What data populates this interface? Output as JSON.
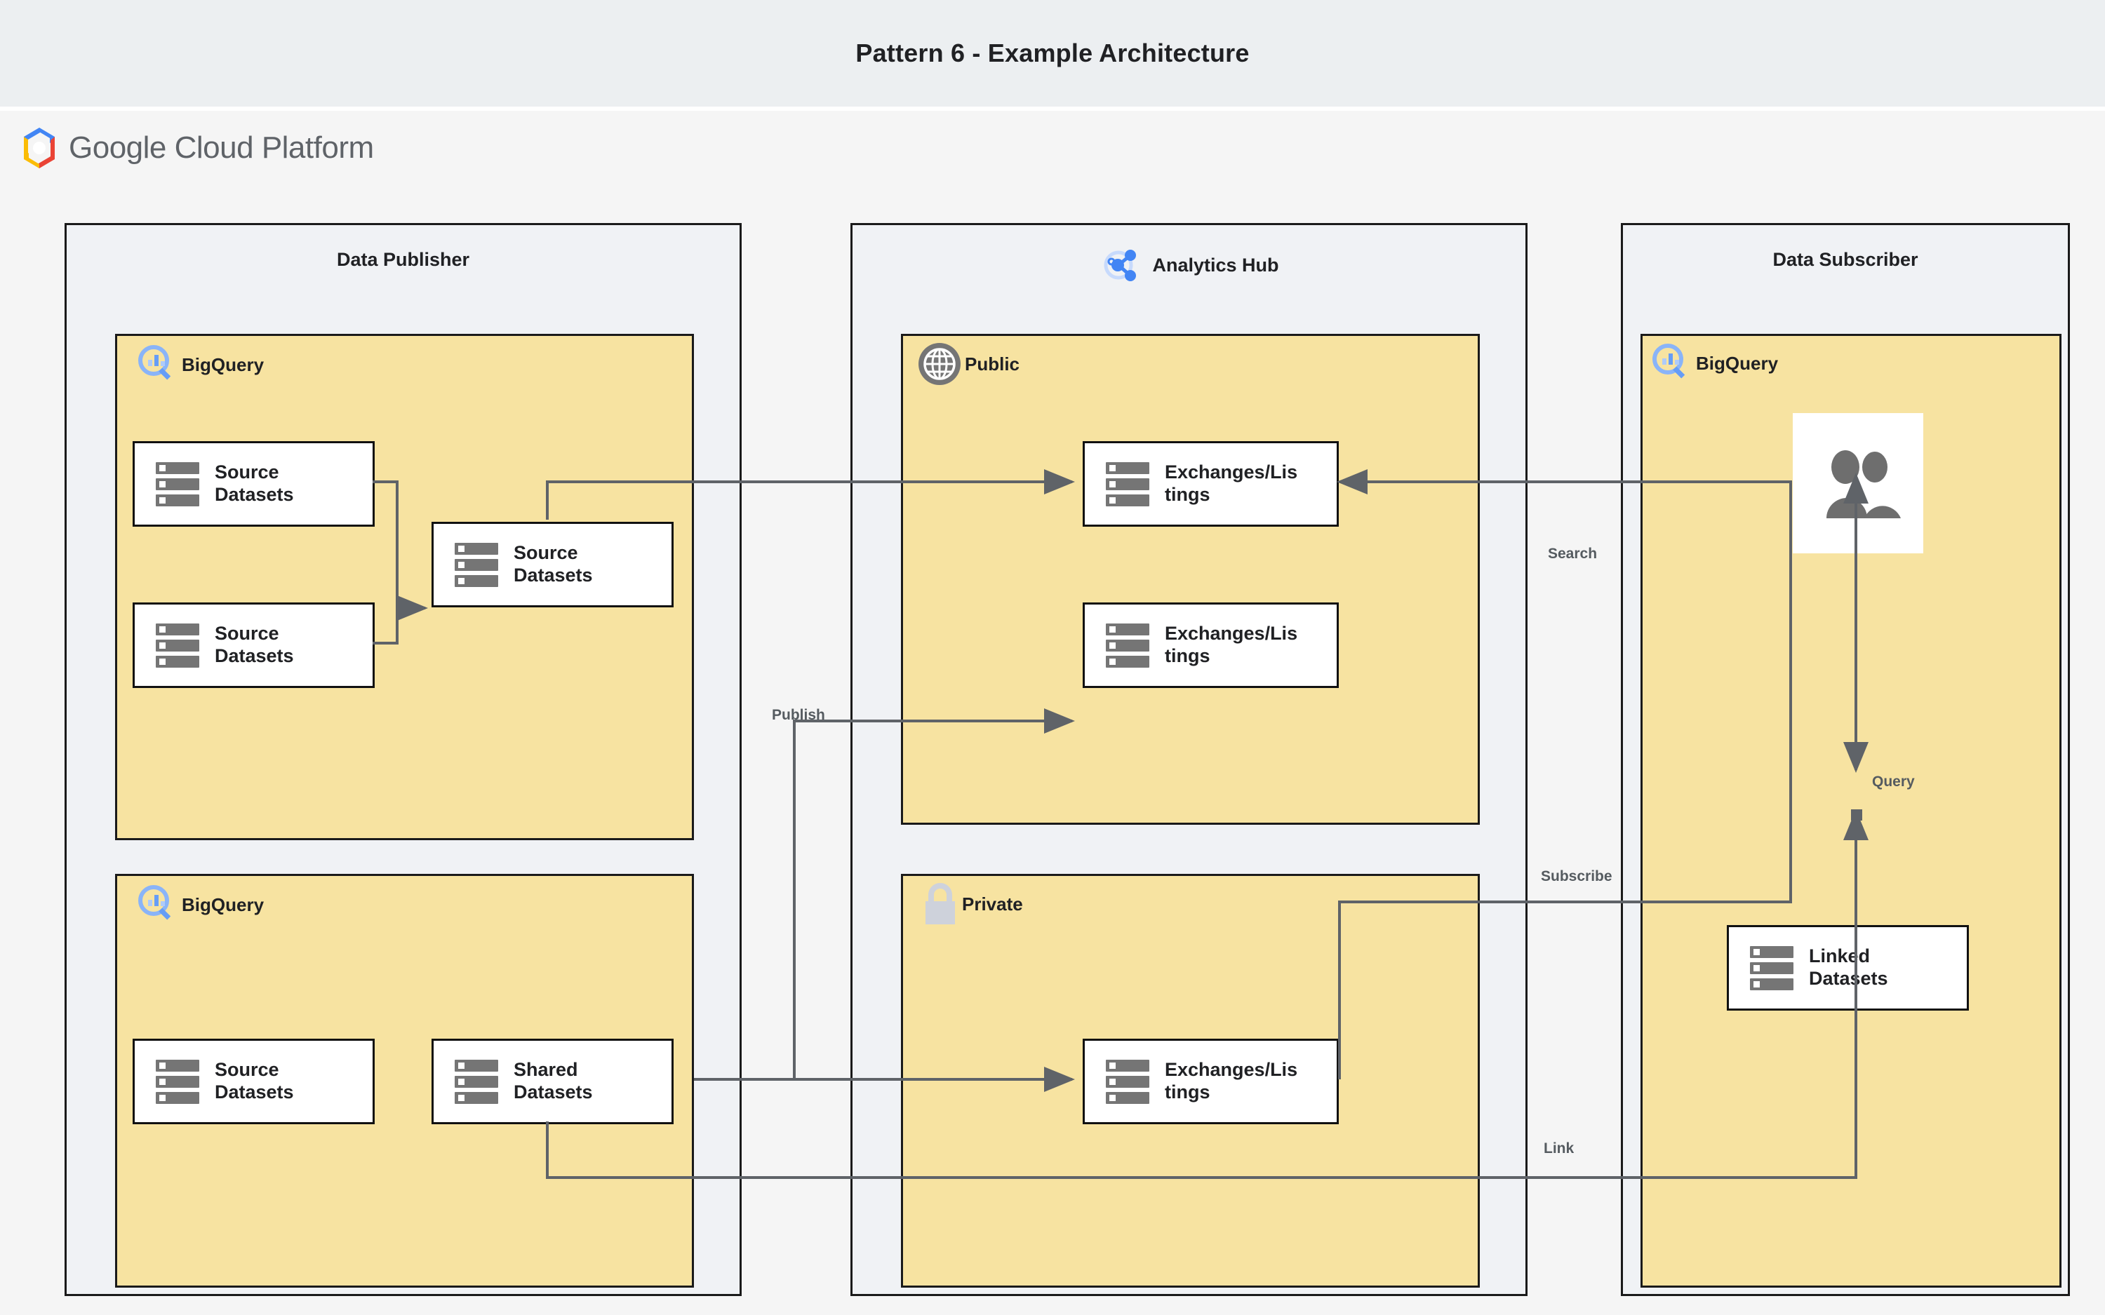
{
  "page": {
    "title": "Pattern 6 - Example Architecture",
    "platform_logo": "Google Cloud Platform",
    "logo_word_1": "Google",
    "logo_word_2": "Cloud Platform"
  },
  "colors": {
    "title_bar_bg": "#eceff1",
    "canvas_bg": "#f5f5f5",
    "zone_bg": "#f0f2f5",
    "panel_bg": "#f7e3a1",
    "node_bg": "#ffffff",
    "border": "#1a1a1a",
    "icon_gray": "#757575",
    "bigquery_blue": "#669df6",
    "hub_blue": "#4285f4",
    "lock_gray": "#ced2db",
    "edge_stroke": "#5f6368"
  },
  "zones": [
    {
      "id": "data-publisher",
      "title": "Data Publisher",
      "icon": null
    },
    {
      "id": "analytics-hub",
      "title": "Analytics Hub",
      "icon": "share-network-icon"
    },
    {
      "id": "data-subscriber",
      "title": "Data Subscriber",
      "icon": null
    }
  ],
  "panels": [
    {
      "id": "publisher-bigquery-top",
      "label": "BigQuery",
      "icon": "bigquery-icon"
    },
    {
      "id": "publisher-bigquery-bottom",
      "label": "BigQuery",
      "icon": "bigquery-icon"
    },
    {
      "id": "hub-public",
      "label": "Public",
      "icon": "globe-icon"
    },
    {
      "id": "hub-private",
      "label": "Private",
      "icon": "lock-icon"
    },
    {
      "id": "subscriber-bigquery",
      "label": "BigQuery",
      "icon": "bigquery-icon"
    }
  ],
  "nodes": {
    "publisher_source_a": {
      "label_line1": "Source",
      "label_line2": "Datasets",
      "icon": "dataset-stack-icon"
    },
    "publisher_source_b": {
      "label_line1": "Source",
      "label_line2": "Datasets",
      "icon": "dataset-stack-icon"
    },
    "publisher_source_merged": {
      "label_line1": "Source",
      "label_line2": "Datasets",
      "icon": "dataset-stack-icon"
    },
    "publisher_source_lower": {
      "label_line1": "Source",
      "label_line2": "Datasets",
      "icon": "dataset-stack-icon"
    },
    "publisher_shared": {
      "label_line1": "Shared",
      "label_line2": "Datasets",
      "icon": "dataset-stack-icon"
    },
    "public_listing_1": {
      "label_line1": "Exchanges/Lis",
      "label_line2": "tings",
      "icon": "dataset-stack-icon"
    },
    "public_listing_2": {
      "label_line1": "Exchanges/Lis",
      "label_line2": "tings",
      "icon": "dataset-stack-icon"
    },
    "private_listing_1": {
      "label_line1": "Exchanges/Lis",
      "label_line2": "tings",
      "icon": "dataset-stack-icon"
    },
    "subscriber_users": {
      "label_line1": "",
      "label_line2": "",
      "icon": "users-icon"
    },
    "subscriber_linked": {
      "label_line1": "Linked",
      "label_line2": "Datasets",
      "icon": "dataset-stack-icon"
    }
  },
  "edge_labels": [
    {
      "id": "search",
      "text": "Search"
    },
    {
      "id": "publish",
      "text": "Publish"
    },
    {
      "id": "subscribe",
      "text": "Subscribe"
    },
    {
      "id": "query",
      "text": "Query"
    },
    {
      "id": "link",
      "text": "Link"
    }
  ]
}
